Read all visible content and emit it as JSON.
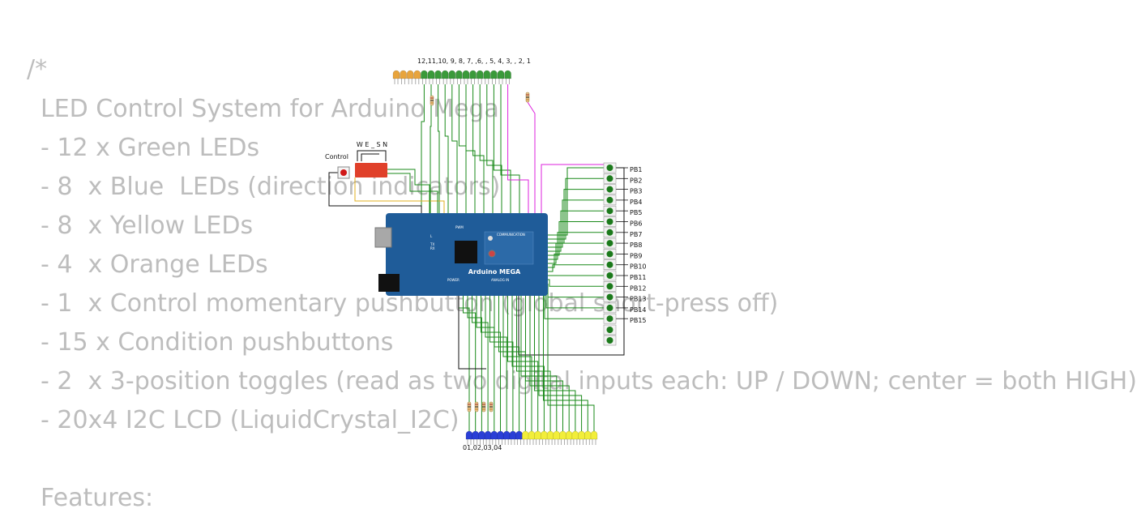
{
  "comment": {
    "open": "/*",
    "lines": [
      "LED Control System for Arduino Mega",
      "- 12 x Green LEDs",
      "- 8  x Blue  LEDs (direction indicators)",
      "- 8  x Yellow LEDs",
      "- 4  x Orange LEDs",
      "- 1  x Control momentary pushbutton (global short-press off)",
      "- 15 x Condition pushbuttons",
      "- 2  x 3-position toggles (read as two digital inputs each: UP / DOWN; center = both HIGH)",
      "- 20x4 I2C LCD (LiquidCrystal_I2C)",
      "",
      "Features:"
    ]
  },
  "circuit": {
    "top_led_label": "12,11,10, 9, 8, 7, ,6, , 5, 4, 3, , 2, 1",
    "control_label": "Control",
    "dip_label": "W E _ S N",
    "bottom_led_label": "01,02,03,04",
    "board": {
      "name": "Arduino MEGA",
      "pwm": "PWM",
      "communication": "COMMUNICATION",
      "power": "POWER",
      "analog": "ANALOG IN",
      "l": "L",
      "tx": "TX",
      "rx": "RX",
      "color": "#1f5c99"
    },
    "buttons": [
      "PB1",
      "PB2",
      "PB3",
      "PB4",
      "PB5",
      "PB6",
      "PB7",
      "PB8",
      "PB9",
      "PB10",
      "PB11",
      "PB12",
      "PB13",
      "PB14",
      "PB15"
    ],
    "colors": {
      "green_led": "#3a9a3a",
      "orange_led": "#e8a43c",
      "blue_led": "#2a3fd6",
      "yellow_led": "#f2ee3a",
      "wire": "#1a8a1a",
      "magenta_wire": "#dd22dd",
      "dip": "#e0402a"
    }
  }
}
